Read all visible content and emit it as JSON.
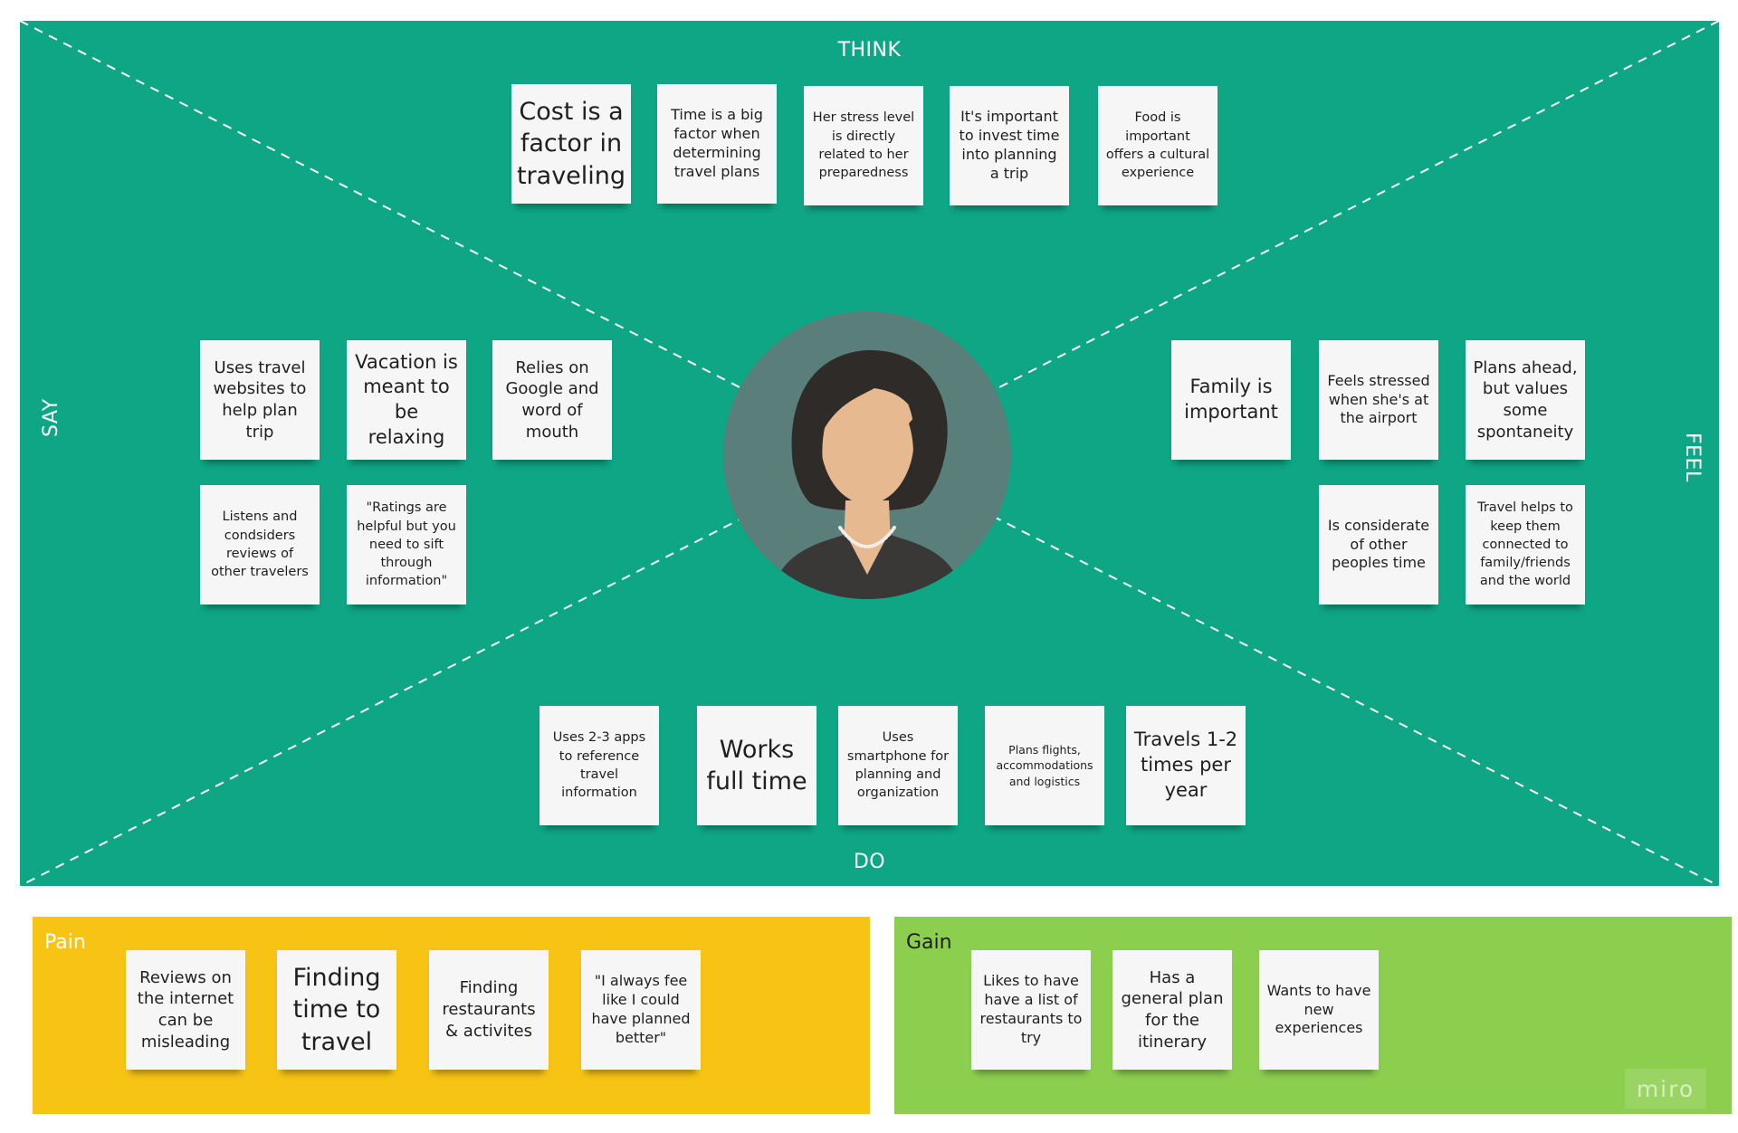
{
  "board": {
    "color": "#0ea685",
    "quadrants": {
      "think": "THINK",
      "say": "SAY",
      "feel": "FEEL",
      "do": "DO"
    }
  },
  "persona": {
    "avatar": "woman-avatar-icon"
  },
  "think_notes": [
    "Cost is a factor in traveling",
    "Time is a big factor when determining travel plans",
    "Her stress level is directly related to her preparedness",
    "It's important to invest time into planning a trip",
    "Food is important offers a cultural experience"
  ],
  "say_notes": [
    "Uses travel websites to help plan trip",
    "Vacation is meant to be relaxing",
    "Relies on Google and word of mouth",
    "Listens and condsiders reviews of other travelers",
    "\"Ratings are helpful but you need to sift through information\""
  ],
  "feel_notes": [
    "Family is important",
    "Feels stressed when she's at the airport",
    "Plans ahead, but values some spontaneity",
    "Is considerate of other peoples time",
    "Travel helps to keep them connected to family/friends and the world"
  ],
  "do_notes": [
    "Uses 2-3 apps to reference travel information",
    "Works full time",
    "Uses smartphone for planning and organization",
    "Plans flights, accommodations and logistics",
    "Travels 1-2 times per year"
  ],
  "pain": {
    "title": "Pain",
    "color": "#f7c315",
    "notes": [
      "Reviews on the internet can be misleading",
      "Finding time to travel",
      "Finding restaurants & activites",
      "\"I always fee like I could have planned better\""
    ]
  },
  "gain": {
    "title": "Gain",
    "color": "#8ccf4f",
    "notes": [
      "Likes to have have a list of restaurants to try",
      "Has a general plan for the itinerary",
      "Wants to have new experiences"
    ],
    "logo": "miro"
  }
}
